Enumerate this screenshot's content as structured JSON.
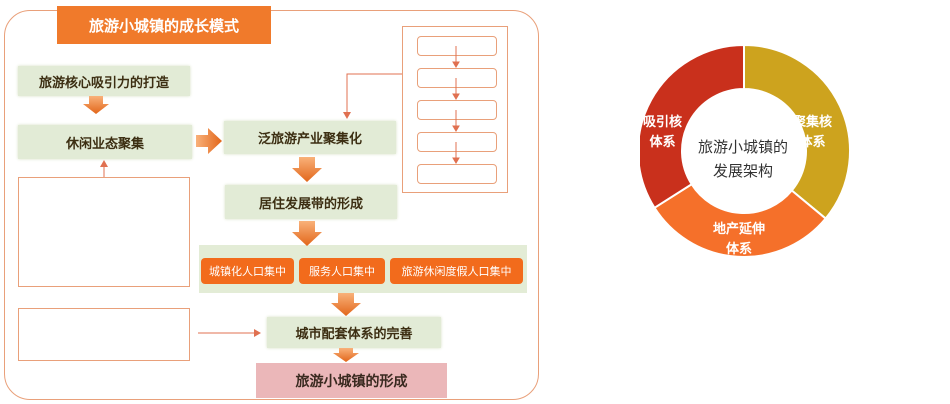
{
  "title": "旅游小城镇的成长模式",
  "flow": {
    "core_attraction": "旅游核心吸引力的打造",
    "leisure_cluster": "休闲业态聚集",
    "pan_tourism": "泛旅游产业聚集化",
    "residential_belt": "居住发展带的形成",
    "population": [
      "城镇化人口集中",
      "服务人口集中",
      "旅游休闲度假人口集中"
    ],
    "support_system": "城市配套体系的完善",
    "final": "旅游小城镇的形成"
  },
  "structure": {
    "center": [
      "旅游小城镇的",
      "发展架构"
    ],
    "segments": [
      {
        "lines": [
          "聚集核",
          "体系"
        ],
        "color": "#cda31e",
        "share": 0.36
      },
      {
        "lines": [
          "地产延伸",
          "体系"
        ],
        "color": "#f5702a",
        "share": 0.3
      },
      {
        "lines": [
          "吸引核",
          "体系"
        ],
        "color": "#c9301c",
        "share": 0.34
      }
    ],
    "accent_colors": {
      "orange": "#f07a2b",
      "light_green": "#e3ecd6",
      "pink": "#ebb7b9",
      "frame": "#e9a07a"
    }
  }
}
